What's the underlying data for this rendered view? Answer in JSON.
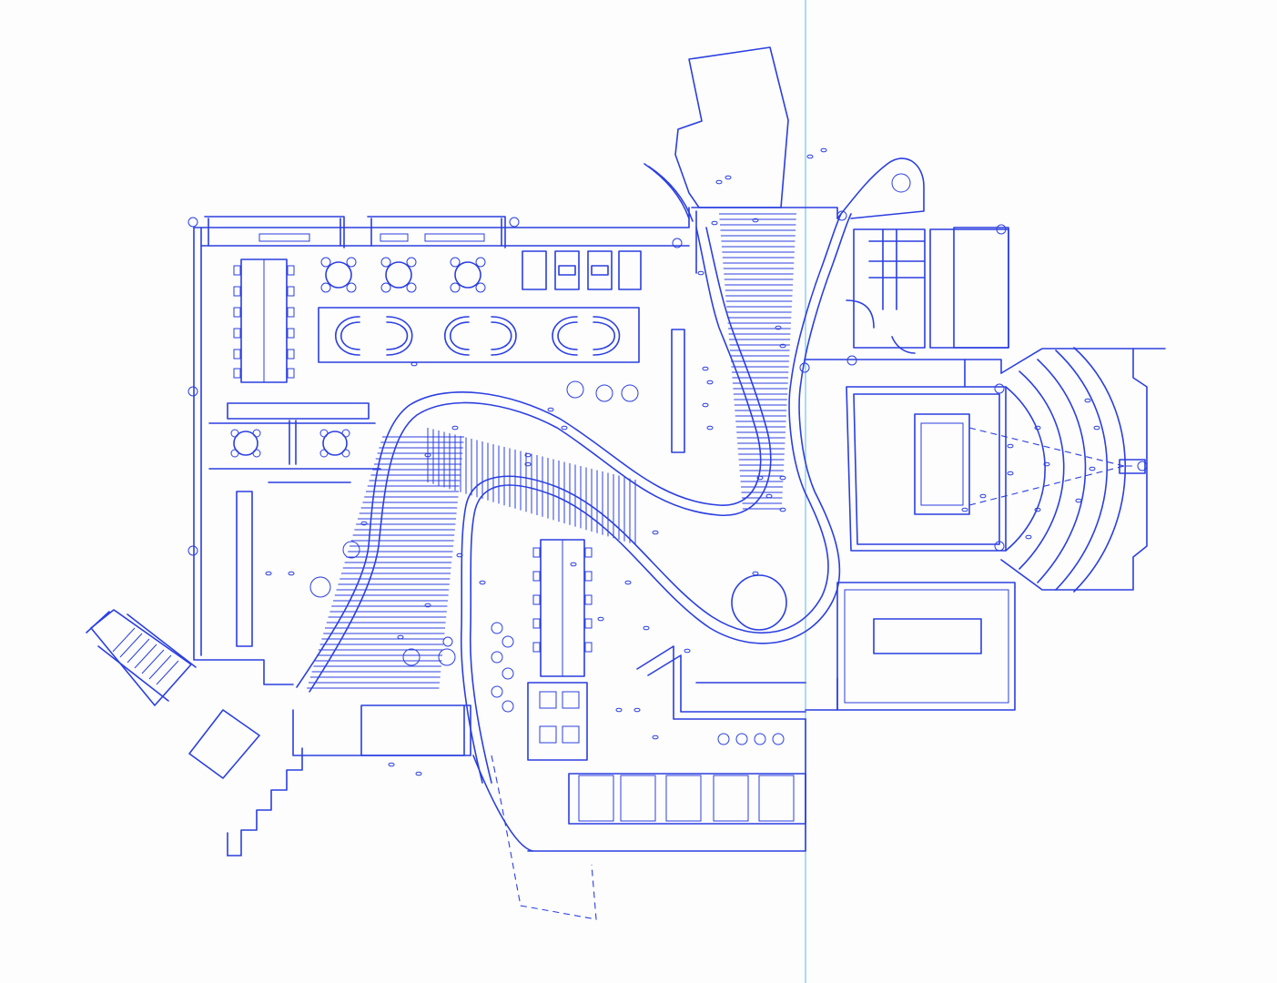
{
  "drawing": {
    "type": "architectural floor plan (blueprint line drawing)",
    "ink_color": "#2b3fe0",
    "guide_line_color": "#8fd0f0",
    "paper_color": "#fdfdfd",
    "printed_text": []
  },
  "spaces": [
    {
      "name": "dining-hall"
    },
    {
      "name": "central-curving-ramp"
    },
    {
      "name": "north-ramp"
    },
    {
      "name": "auditorium"
    },
    {
      "name": "projection-room"
    },
    {
      "name": "pool-room"
    },
    {
      "name": "library-tables"
    },
    {
      "name": "study-carrels"
    },
    {
      "name": "exterior-stair"
    },
    {
      "name": "stepped-terrace"
    }
  ]
}
